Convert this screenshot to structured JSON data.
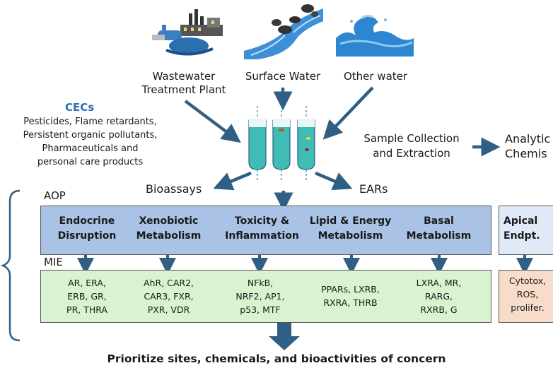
{
  "sources": [
    {
      "label": "Wastewater\nTreatment Plant",
      "icon": "factory-icon"
    },
    {
      "label": "Surface Water",
      "icon": "river-icon"
    },
    {
      "label": "Other water",
      "icon": "wave-icon"
    }
  ],
  "cecs": {
    "title": "CECs",
    "lines": [
      "Pesticides, Flame retardants,",
      "Persistent organic pollutants,",
      "Pharmaceuticals and",
      "personal care products"
    ]
  },
  "sample": {
    "label_line1": "Sample Collection",
    "label_line2": "and Extraction",
    "analytic_line1": "Analytic",
    "analytic_line2": "Chemis"
  },
  "branches": {
    "bioassays": "Bioassays",
    "ears": "EARs"
  },
  "aop": {
    "tag": "AOP",
    "items": [
      {
        "line1": "Endocrine",
        "line2": "Disruption"
      },
      {
        "line1": "Xenobiotic",
        "line2": "Metabolism"
      },
      {
        "line1": "Toxicity &",
        "line2": "Inflammation"
      },
      {
        "line1": "Lipid & Energy",
        "line2": "Metabolism"
      },
      {
        "line1": "Basal",
        "line2": "Metabolism"
      }
    ],
    "apical": {
      "line1": "Apical",
      "line2": "Endpt."
    }
  },
  "mie": {
    "tag": "MIE",
    "items": [
      {
        "l1": "AR, ERA,",
        "l2": "ERB, GR,",
        "l3": "PR, THRA"
      },
      {
        "l1": "AhR, CAR2,",
        "l2": "CAR3, FXR,",
        "l3": "PXR, VDR"
      },
      {
        "l1": "NFkB,",
        "l2": "NRF2, AP1,",
        "l3": "p53, MTF"
      },
      {
        "l1": "PPARs, LXRB,",
        "l2": "RXRA, THRB",
        "l3": ""
      },
      {
        "l1": "LXRA, MR,",
        "l2": "RARG,",
        "l3": "RXRB, G"
      }
    ],
    "apical": {
      "l1": "Cytotox,",
      "l2": "ROS,",
      "l3": "prolifer."
    }
  },
  "conclusion": "Prioritize sites, chemicals, and bioactivities of concern",
  "colors": {
    "arrow": "#2f5f84",
    "aop_fill": "#a9c2e6",
    "mie_fill": "#d9f2cf",
    "cec_title": "#2d6eb5",
    "tube_liquid": "#3fbcb4",
    "dashed": "#3aa0d8"
  }
}
